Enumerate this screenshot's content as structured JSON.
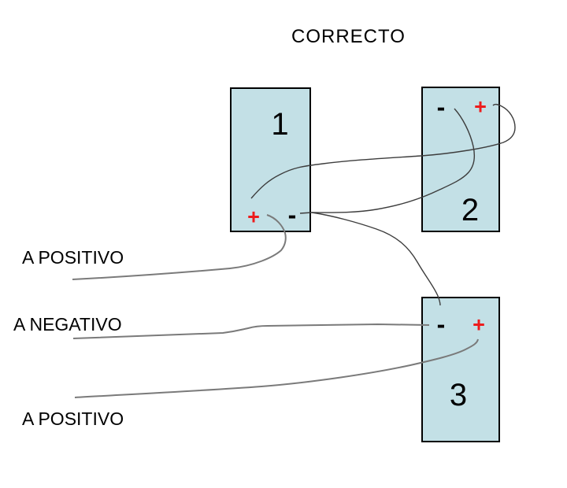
{
  "title": "CORRECTO",
  "batteries": [
    {
      "number": "1",
      "positive_symbol": "+",
      "negative_symbol": "-"
    },
    {
      "number": "2",
      "positive_symbol": "+",
      "negative_symbol": "-"
    },
    {
      "number": "3",
      "positive_symbol": "+",
      "negative_symbol": "-"
    }
  ],
  "lead_labels": {
    "top": "A POSITIVO",
    "middle": "A NEGATIVO",
    "bottom": "A POSITIVO"
  },
  "connections": [
    {
      "from": "battery-1-positive",
      "to": "battery-2-positive"
    },
    {
      "from": "battery-2-negative",
      "to": "battery-1-negative"
    },
    {
      "from": "battery-1-negative",
      "to": "battery-3-negative"
    },
    {
      "from": "lead-a-positivo-top",
      "to": "battery-1-positive"
    },
    {
      "from": "lead-a-negativo",
      "to": "battery-3-negative"
    },
    {
      "from": "lead-a-positivo-bottom",
      "to": "battery-3-positive"
    }
  ],
  "colors": {
    "background": "#ffffff",
    "battery_fill": "#c3e0e6",
    "battery_border": "#000000",
    "positive_terminal": "#ed1c1c",
    "negative_terminal": "#000000",
    "wire": "#3d3d3d",
    "lead_line": "#7a7a7a",
    "text": "#000000"
  }
}
